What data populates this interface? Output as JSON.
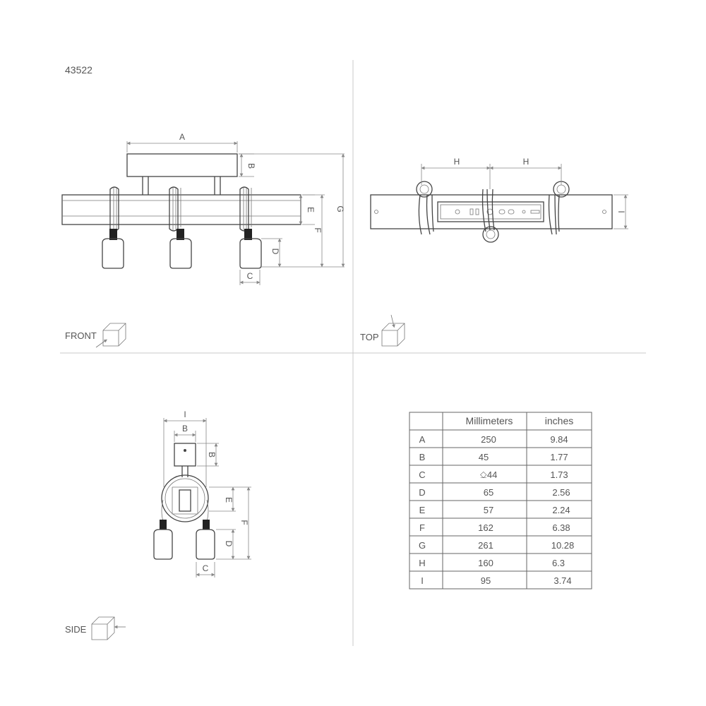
{
  "model_number": "43522",
  "views": {
    "front": {
      "label": "FRONT"
    },
    "top": {
      "label": "TOP"
    },
    "side": {
      "label": "SIDE"
    }
  },
  "dimension_letters": {
    "a": "A",
    "b": "B",
    "c": "C",
    "d": "D",
    "e": "E",
    "f": "F",
    "g": "G",
    "h": "H",
    "i": "I"
  },
  "table": {
    "headers": [
      "",
      "Millimeters",
      "inches"
    ],
    "rows": [
      {
        "dim": "A",
        "mm": "250",
        "in": "9.84"
      },
      {
        "dim": "B",
        "mm": "45",
        "in": "1.77"
      },
      {
        "dim": "C",
        "mm": "⎐44",
        "in": "1.73"
      },
      {
        "dim": "D",
        "mm": "65",
        "in": "2.56"
      },
      {
        "dim": "E",
        "mm": "57",
        "in": "2.24"
      },
      {
        "dim": "F",
        "mm": "162",
        "in": "6.38"
      },
      {
        "dim": "G",
        "mm": "261",
        "in": "10.28"
      },
      {
        "dim": "H",
        "mm": "160",
        "in": "6.3"
      },
      {
        "dim": "I",
        "mm": "95",
        "in": "3.74"
      }
    ]
  }
}
